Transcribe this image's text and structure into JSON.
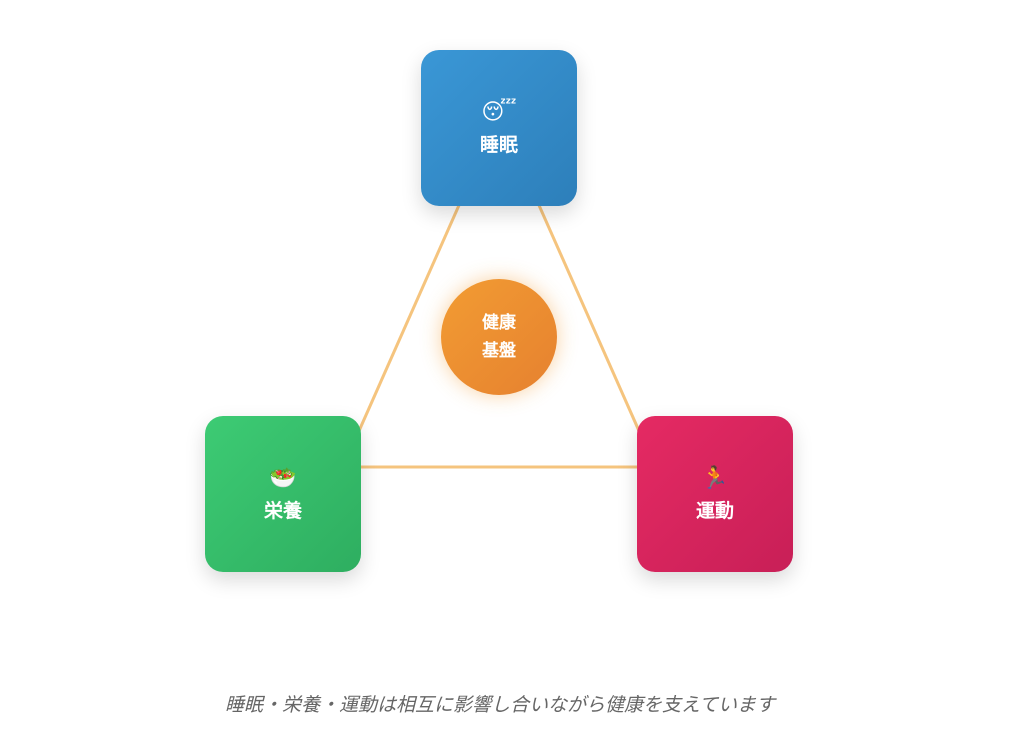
{
  "nodes": {
    "sleep": {
      "icon": "sleeping-face-icon",
      "emoji": "😴",
      "label": "睡眠",
      "color": "#3a97d6"
    },
    "nutrition": {
      "icon": "salad-icon",
      "emoji": "🥗",
      "label": "栄養",
      "color": "#3dcb74"
    },
    "exercise": {
      "icon": "runner-icon",
      "emoji": "🏃",
      "label": "運動",
      "color": "#e52a63"
    }
  },
  "center": {
    "line1": "健康",
    "line2": "基盤",
    "color": "#f29c33"
  },
  "line_color": "#f5c47e",
  "caption": "睡眠・栄養・運動は相互に影響し合いながら健康を支えています"
}
